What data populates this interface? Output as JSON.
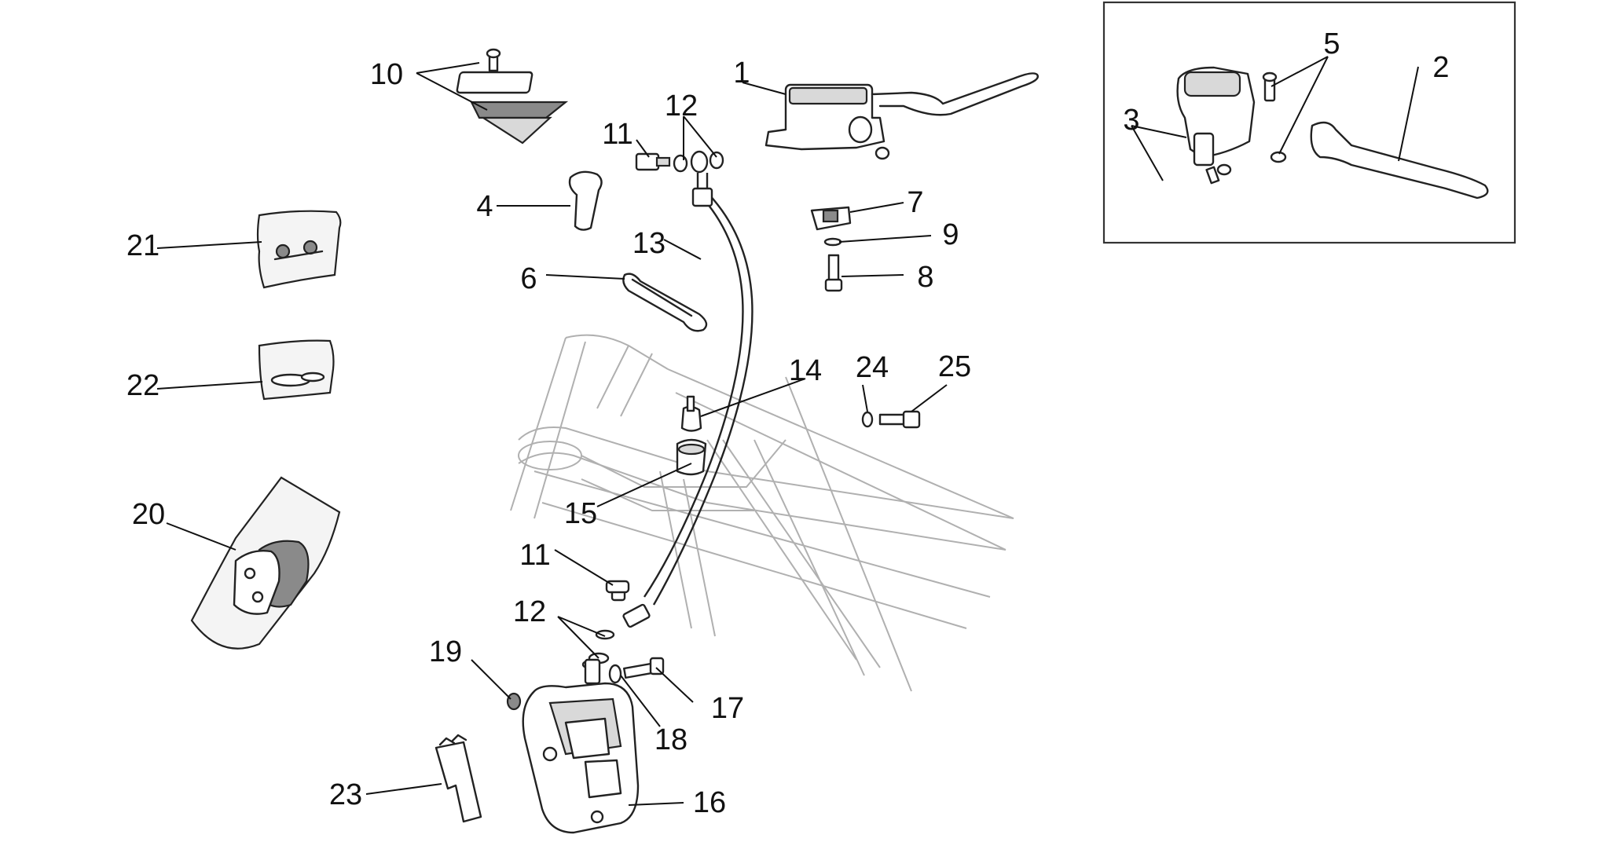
{
  "diagram": {
    "callouts": [
      {
        "id": "c1",
        "label": "1"
      },
      {
        "id": "c2",
        "label": "2"
      },
      {
        "id": "c3",
        "label": "3"
      },
      {
        "id": "c4",
        "label": "4"
      },
      {
        "id": "c5",
        "label": "5"
      },
      {
        "id": "c6",
        "label": "6"
      },
      {
        "id": "c7",
        "label": "7"
      },
      {
        "id": "c8",
        "label": "8"
      },
      {
        "id": "c9",
        "label": "9"
      },
      {
        "id": "c10",
        "label": "10"
      },
      {
        "id": "c11a",
        "label": "11"
      },
      {
        "id": "c11b",
        "label": "11"
      },
      {
        "id": "c12a",
        "label": "12"
      },
      {
        "id": "c12b",
        "label": "12"
      },
      {
        "id": "c13",
        "label": "13"
      },
      {
        "id": "c14",
        "label": "14"
      },
      {
        "id": "c15",
        "label": "15"
      },
      {
        "id": "c16",
        "label": "16"
      },
      {
        "id": "c17",
        "label": "17"
      },
      {
        "id": "c18",
        "label": "18"
      },
      {
        "id": "c19",
        "label": "19"
      },
      {
        "id": "c20",
        "label": "20"
      },
      {
        "id": "c21",
        "label": "21"
      },
      {
        "id": "c22",
        "label": "22"
      },
      {
        "id": "c23",
        "label": "23"
      },
      {
        "id": "c24",
        "label": "24"
      },
      {
        "id": "c25",
        "label": "25"
      }
    ]
  }
}
